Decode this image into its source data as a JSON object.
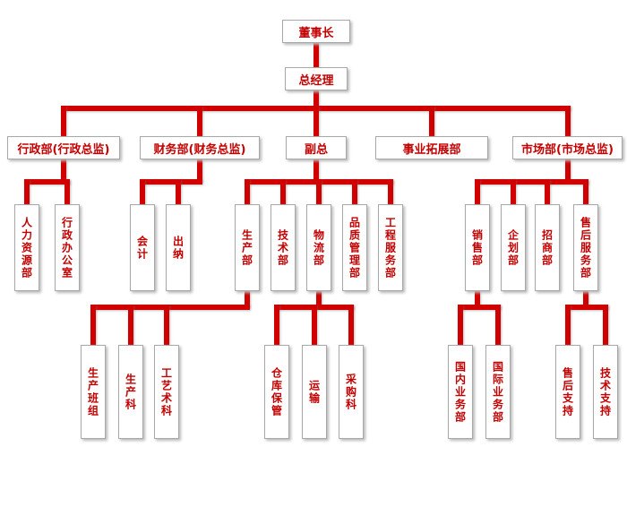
{
  "colors": {
    "connector_line": "#d10000",
    "node_text": "#c30000",
    "node_border": "#a8a8a8",
    "background": "#ffffff"
  },
  "org": {
    "chairman": "董事长",
    "general_manager": "总经理",
    "departments": [
      "行政部(行政总监)",
      "财务部(财务总监)",
      "副总",
      "事业拓展部",
      "市场部(市场总监)"
    ],
    "admin_children": [
      "人力资源部",
      "行政办公室"
    ],
    "finance_children": [
      "会计",
      "出纳"
    ],
    "deputy_children": [
      "生产部",
      "技术部",
      "物流部",
      "品质管理部",
      "工程服务部"
    ],
    "market_children": [
      "销售部",
      "企划部",
      "招商部",
      "售后服务部"
    ],
    "production_children": [
      "生产班组",
      "生产科",
      "工艺术科"
    ],
    "logistics_children": [
      "仓库保管",
      "运输",
      "采购科"
    ],
    "sales_children": [
      "国内业务部",
      "国际业务部"
    ],
    "aftersales_children": [
      "售后支持",
      "技术支持"
    ]
  }
}
